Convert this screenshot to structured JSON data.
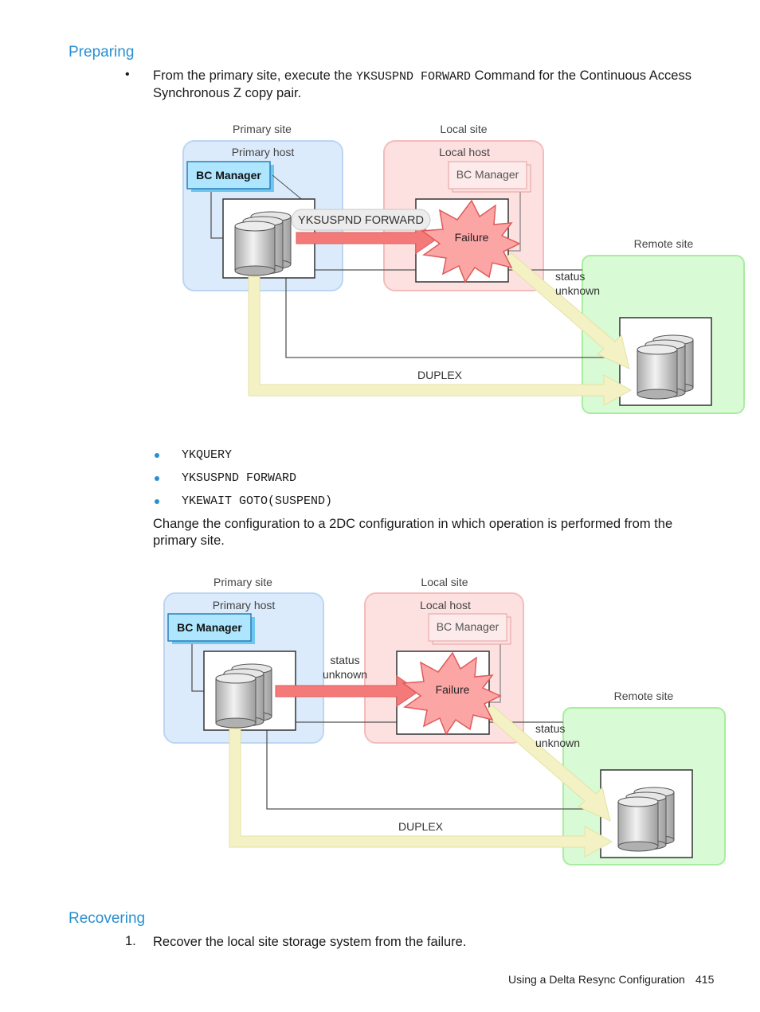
{
  "section1": {
    "heading": "Preparing",
    "bullet_marker": "•",
    "bullet_text_pre": "From the primary site, execute the",
    "bullet_code": "YKSUSPND FORWARD",
    "bullet_text_post": "Command for the Continuous Access",
    "bullet_text_line2": "Synchronous Z copy pair."
  },
  "diagram1": {
    "primary_site": "Primary site",
    "primary_host": "Primary host",
    "bc_manager_primary": "BC Manager",
    "local_site": "Local site",
    "local_host": "Local host",
    "bc_manager_local": "BC Manager",
    "command_label": "YKSUSPND FORWARD",
    "failure": "Failure",
    "remote_site": "Remote site",
    "status_line1": "status",
    "status_line2": "unknown",
    "duplex": "DUPLEX"
  },
  "commands": [
    "YKQUERY",
    "YKSUSPND FORWARD",
    "YKEWAIT GOTO(SUSPEND)"
  ],
  "change_text_line1": "Change the configuration to a 2DC configuration in which operation is performed from the",
  "change_text_line2": "primary site.",
  "diagram2": {
    "primary_site": "Primary site",
    "primary_host": "Primary host",
    "bc_manager_primary": "BC Manager",
    "local_site": "Local site",
    "local_host": "Local host",
    "bc_manager_local": "BC Manager",
    "status_a_line1": "status",
    "status_a_line2": "unknown",
    "failure": "Failure",
    "remote_site": "Remote site",
    "status_b_line1": "status",
    "status_b_line2": "unknown",
    "duplex": "DUPLEX"
  },
  "section2": {
    "heading": "Recovering",
    "step_number": "1.",
    "step_text": "Recover the local site storage system from the failure."
  },
  "footer": {
    "title": "Using a Delta Resync Configuration",
    "page_number": "415"
  },
  "colors": {
    "heading": "#2a8fd0",
    "primary_site_fill": "#dcebfb",
    "local_site_fill": "#fde0e0",
    "remote_site_fill": "#d8fad4",
    "bc_manager_fill": "#aee6ff",
    "red_arrow": "#f47a7a",
    "yellow_arrow": "#f4f2c4"
  }
}
